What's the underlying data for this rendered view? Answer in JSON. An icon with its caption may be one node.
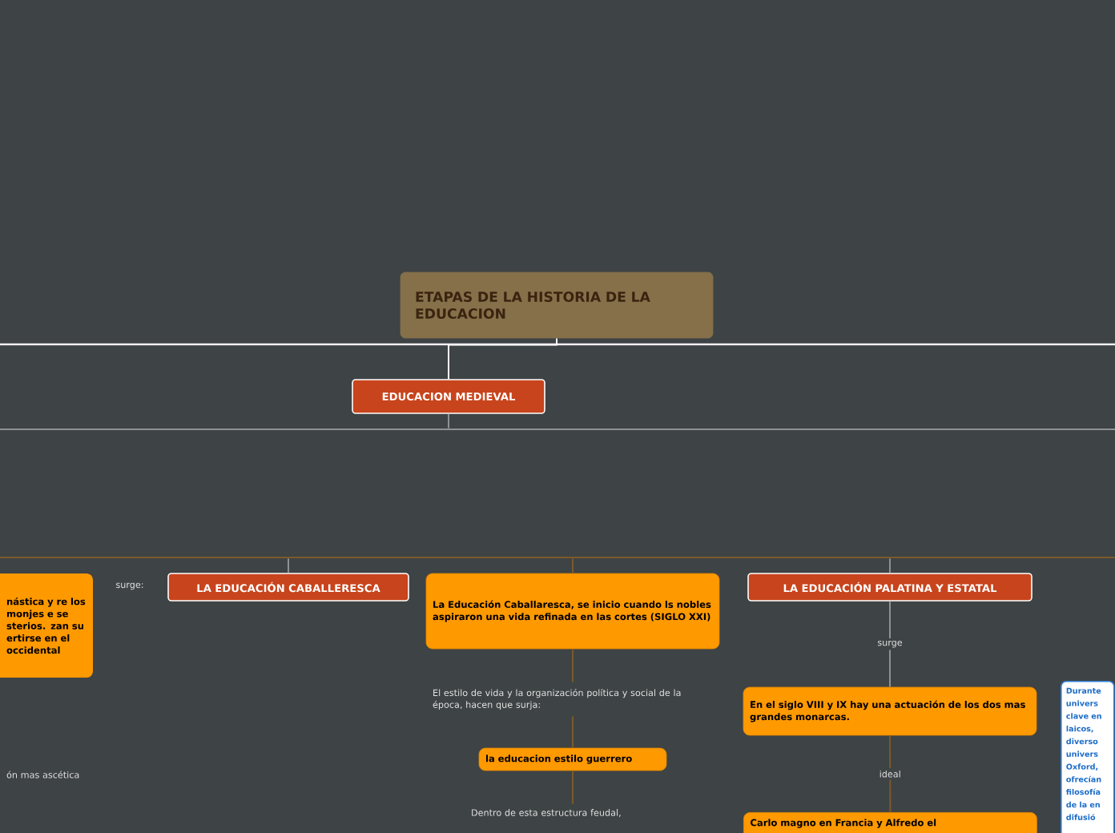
{
  "diagram": {
    "nodes": [
      {
        "text": [
          "ETAPAS DE LA HISTORIA DE LA EDUCACION"
        ]
      },
      {
        "text": [
          "EDUCACION MEDIEVAL"
        ]
      },
      {
        "text": [
          "nástica y re los monjes e se sterios. zan su ertirse en el occidental"
        ]
      },
      {
        "text": [
          "LA EDUCACIÓN CABALLERESCA"
        ]
      },
      {
        "text": [
          "La Educación Caballaresca, se inicio cuando ls nobles aspiraron una vida refinada en las cortes (SIGLO XXI)"
        ]
      },
      {
        "text": [
          "El estilo de vida y la organización política y social de la época, hacen que surja:"
        ]
      },
      {
        "text": [
          "la educacion estilo guerrero"
        ]
      },
      {
        "text": [
          "Dentro de esta estructura feudal,"
        ]
      },
      {
        "text": [
          "LA EDUCACIÓN PALATINA Y ESTATAL"
        ]
      },
      {
        "text": [
          "En el siglo VIII y IX hay una actuación de los dos mas grandes monarcas."
        ]
      },
      {
        "text": [
          "Carlo magno en Francia y Alfredo el"
        ]
      },
      {
        "text": [
          "Durante univers clave en laicos, diverso univers Oxford, ofrecían filosofía de la en difusió"
        ]
      },
      {
        "text": [
          "ón mas ascética"
        ]
      },
      {
        "text": [],
        "shape": "bar"
      },
      {
        "text": [],
        "shape": "bar"
      }
    ],
    "edges": [
      {
        "from": 0,
        "to": 1,
        "arrow": "none",
        "color": "#ffffff"
      },
      {
        "from": 4,
        "to": 5,
        "arrow": "none"
      },
      {
        "from": 5,
        "to": 6,
        "arrow": "none"
      },
      {
        "from": 6,
        "to": 7,
        "arrow": "none"
      },
      {
        "from": 8,
        "to": 9,
        "arrow": "none",
        "label": "surge",
        "color": "#8e9294"
      },
      {
        "from": 9,
        "to": 10,
        "arrow": "none",
        "label": "ideal"
      },
      {
        "from": 1,
        "to": 13,
        "arrow": "none",
        "color": "#8e9294"
      },
      {
        "from": 14,
        "to": 3,
        "arrow": "none",
        "color": "#8e9294"
      },
      {
        "from": 14,
        "to": 4,
        "arrow": "none"
      },
      {
        "from": 14,
        "to": 8,
        "arrow": "none",
        "color": "#8e9294"
      }
    ],
    "labels": [
      "surge:"
    ]
  }
}
